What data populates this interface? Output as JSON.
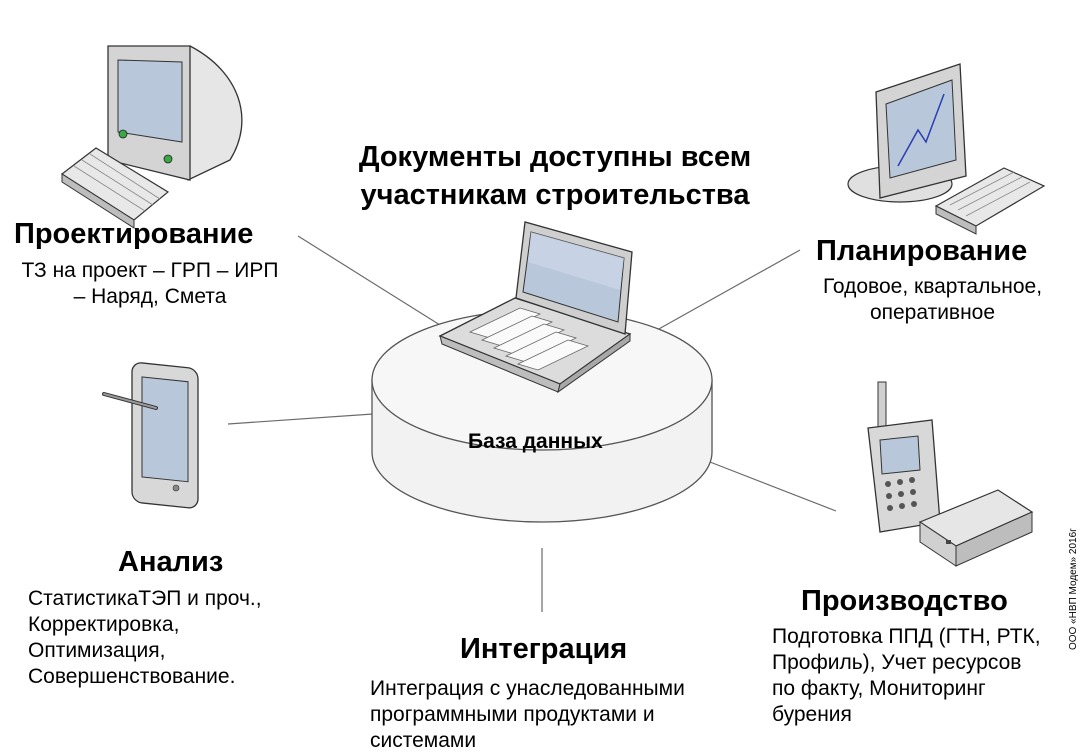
{
  "center": {
    "title_line1": "Документы доступны всем",
    "title_line2": "участникам строительства",
    "database_label": "База данных",
    "database_icon": "database-cylinder-icon",
    "laptop_icon": "laptop-icon"
  },
  "nodes": {
    "design": {
      "title": "Проектирование",
      "line1": "ТЗ на проект – ГРП – ИРП",
      "line2": "– Наряд, Смета",
      "icon": "crt-monitor-keyboard-icon"
    },
    "planning": {
      "title": "Планирование",
      "line1": "Годовое, квартальное,",
      "line2": "оперативное",
      "icon": "monitor-chart-keyboard-icon"
    },
    "analysis": {
      "title": "Анализ",
      "lines": [
        "СтатистикаТЭП и проч.,",
        "Корректировка,",
        "Оптимизация,",
        "Совершенствование."
      ],
      "icon": "tablet-stylus-icon"
    },
    "integration": {
      "title": "Интеграция",
      "lines": [
        "Интеграция с унаследованными",
        "программными продуктами и",
        "системами"
      ]
    },
    "production": {
      "title": "Производство",
      "lines": [
        "Подготовка ППД (ГТН, РТК,",
        "Профиль), Учет ресурсов",
        "по факту, Мониторинг",
        "бурения"
      ],
      "icon": "phone-modem-icon"
    }
  },
  "copyright": "ООО «НВП Модем» 2016г"
}
